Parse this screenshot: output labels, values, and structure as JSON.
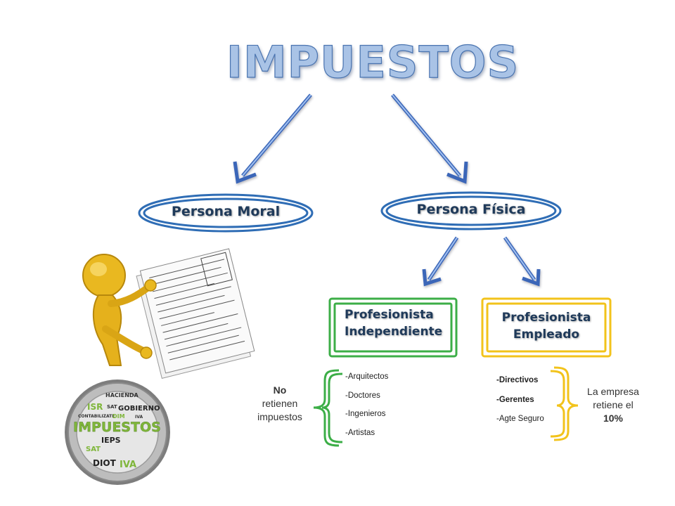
{
  "title": "IMPUESTOS",
  "nodes": {
    "moral": "Persona Moral",
    "fisica": "Persona Física",
    "independiente": [
      "Profesionista",
      "Independiente"
    ],
    "empleado": [
      "Profesionista",
      "Empleado"
    ]
  },
  "independiente_list": [
    "-Arquitectos",
    "-Doctores",
    "-Ingenieros",
    "-Artistas"
  ],
  "empleado_list": [
    "-Directivos",
    "-Gerentes",
    "-Agte Seguro"
  ],
  "no_retienen": {
    "strong": "No",
    "rest": [
      "retienen",
      "impuestos"
    ]
  },
  "retiene": {
    "lines": [
      "La empresa",
      "retiene el"
    ],
    "percent": "10%"
  },
  "seal": {
    "words": [
      "HACIENDA",
      "ISR",
      "SAT",
      "GOBIERNO",
      "CONTABILIZATE",
      "DIM",
      "IVA",
      "IMPUESTOS",
      "IEPS",
      "SAT",
      "DIOT",
      "IVA"
    ]
  },
  "colors": {
    "blue_arrow": "#4f7fd0",
    "oval_border": "#2f6db5",
    "green": "#3cae47",
    "yellow": "#f2c31b",
    "gold_figure": "#e9b820"
  }
}
